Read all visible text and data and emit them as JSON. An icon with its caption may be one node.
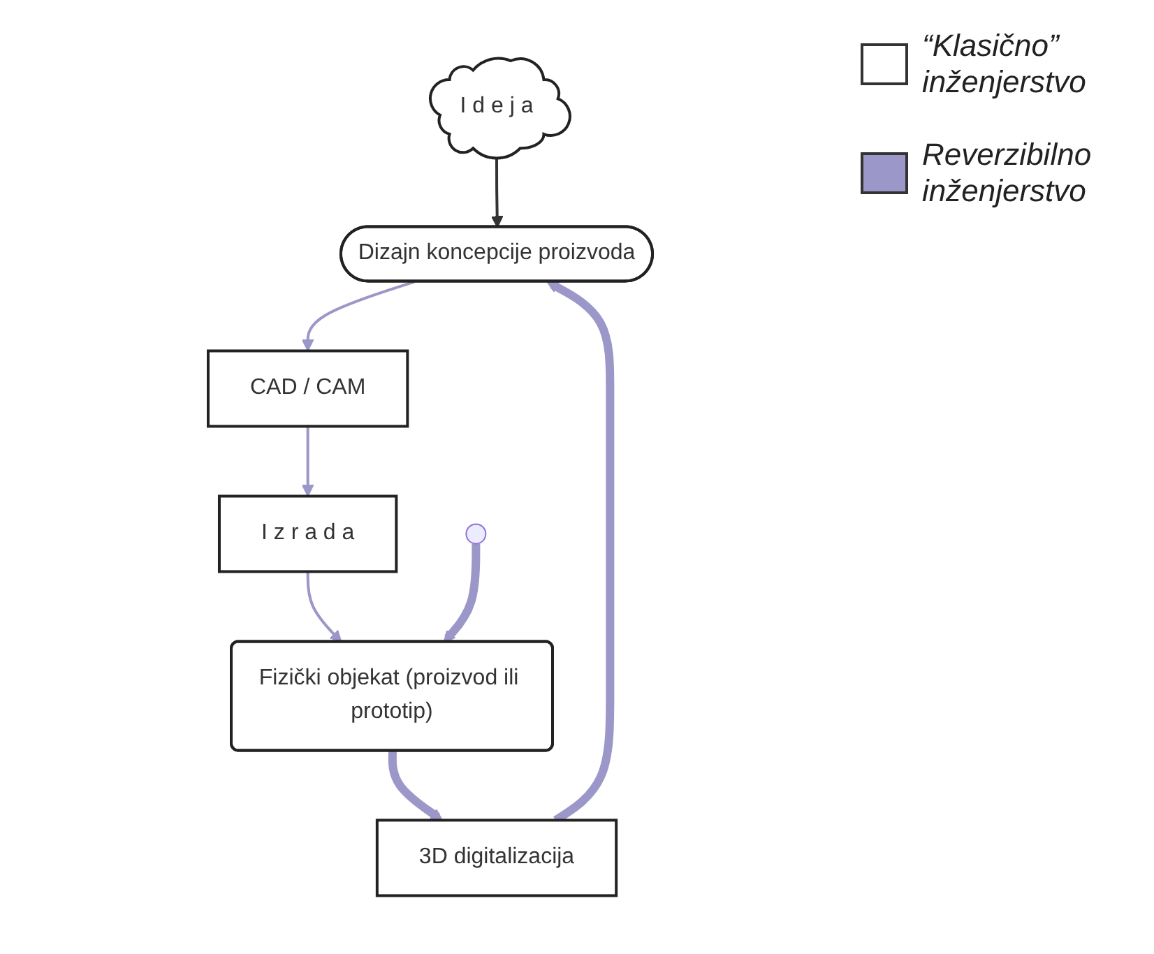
{
  "diagram": {
    "nodes": [
      {
        "text": [
          "I d e j a"
        ]
      },
      {
        "text": [
          "Dizajn koncepcije proizvoda"
        ]
      },
      {
        "text": [
          "CAD / CAM"
        ]
      },
      {
        "text": [
          "I z r a d a"
        ]
      },
      {
        "text": [
          "Fizički objekat (proizvod ili prototip)"
        ]
      },
      {
        "text": [
          "3D digitalizacija"
        ]
      }
    ],
    "edges": [
      {
        "from": 0,
        "to": 1,
        "arrow": "to",
        "color": "#333333"
      },
      {
        "from": 1,
        "to": 2,
        "arrow": "to",
        "color": "#9b97c8"
      },
      {
        "from": 2,
        "to": 3,
        "arrow": "to",
        "color": "#9b97c8"
      },
      {
        "from": 3,
        "to": 4,
        "arrow": "to",
        "color": "#9b97c8"
      },
      {
        "from": null,
        "to": 4,
        "arrow": "to",
        "style": "thick",
        "color": "#9b97c8"
      },
      {
        "from": 4,
        "to": 5,
        "arrow": "to",
        "style": "thick",
        "color": "#9b97c8"
      },
      {
        "from": 5,
        "to": 1,
        "arrow": "to",
        "style": "thick",
        "color": "#9b97c8"
      }
    ],
    "legend": [
      {
        "text": "“Klasično” inženjerstvo",
        "color": "#ffffff"
      },
      {
        "text": "Reverzibilno inženjerstvo",
        "color": "#9b97c8"
      }
    ]
  }
}
